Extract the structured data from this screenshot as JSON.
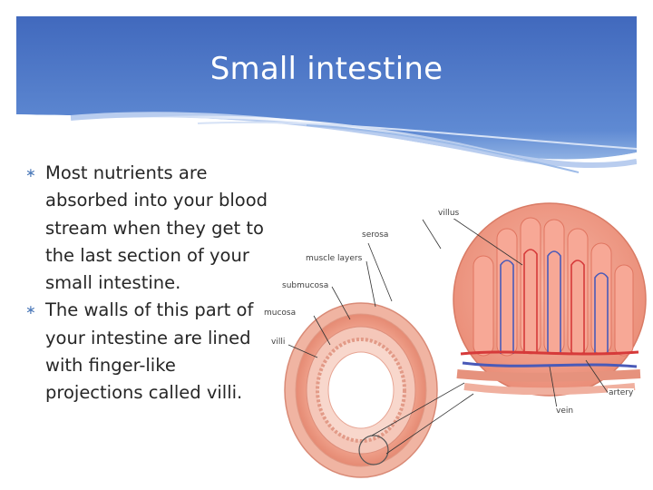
{
  "slide": {
    "title": "Small intestine",
    "bullets": [
      "Most nutrients are absorbed into your blood stream when they get to the last section of your small intestine.",
      "The walls of this part of your intestine are lined with finger-like projections called villi."
    ],
    "bullet_marker": "∗"
  },
  "diagram": {
    "labels": {
      "villus": "villus",
      "serosa": "serosa",
      "muscle_layers": "muscle layers",
      "submucosa": "submucosa",
      "mucosa": "mucosa",
      "villi": "villi",
      "artery": "artery",
      "vein": "vein"
    }
  },
  "colors": {
    "header_blue": "#4472c4",
    "bullet_marker": "#4a78b8",
    "tissue_pink": "#f2a08a",
    "artery_red": "#d63a3a",
    "vein_blue": "#4a5ab8"
  }
}
